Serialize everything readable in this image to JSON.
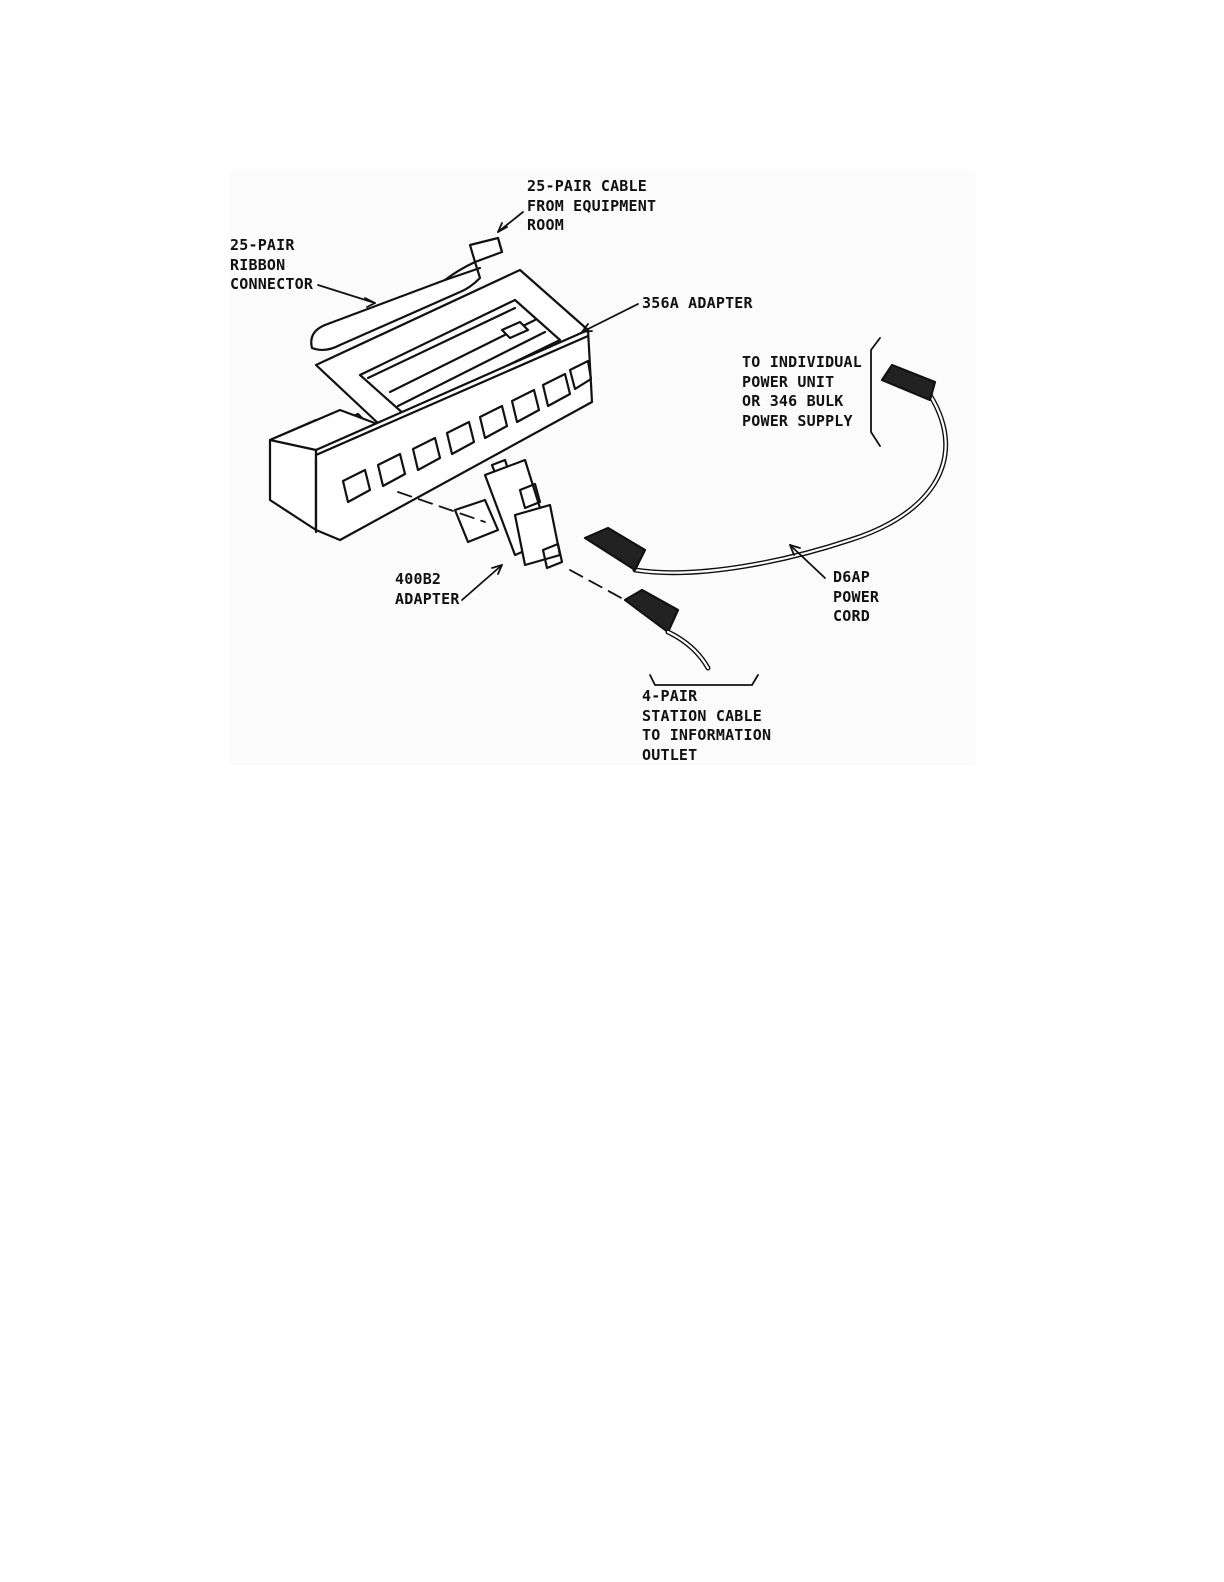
{
  "labels": {
    "cable_25pair": [
      "25-PAIR CABLE",
      "FROM EQUIPMENT",
      "ROOM"
    ],
    "ribbon_connector": [
      "25-PAIR",
      "RIBBON",
      "CONNECTOR"
    ],
    "adapter_356a": [
      "356A ADAPTER"
    ],
    "power_unit": [
      "TO INDIVIDUAL",
      "POWER UNIT",
      "OR 346 BULK",
      "POWER SUPPLY"
    ],
    "adapter_400b2": [
      "400B2",
      "ADAPTER"
    ],
    "power_cord": [
      "D6AP",
      "POWER",
      "CORD"
    ],
    "station_cable": [
      "4-PAIR",
      "STATION CABLE",
      "TO INFORMATION",
      "OUTLET"
    ]
  }
}
